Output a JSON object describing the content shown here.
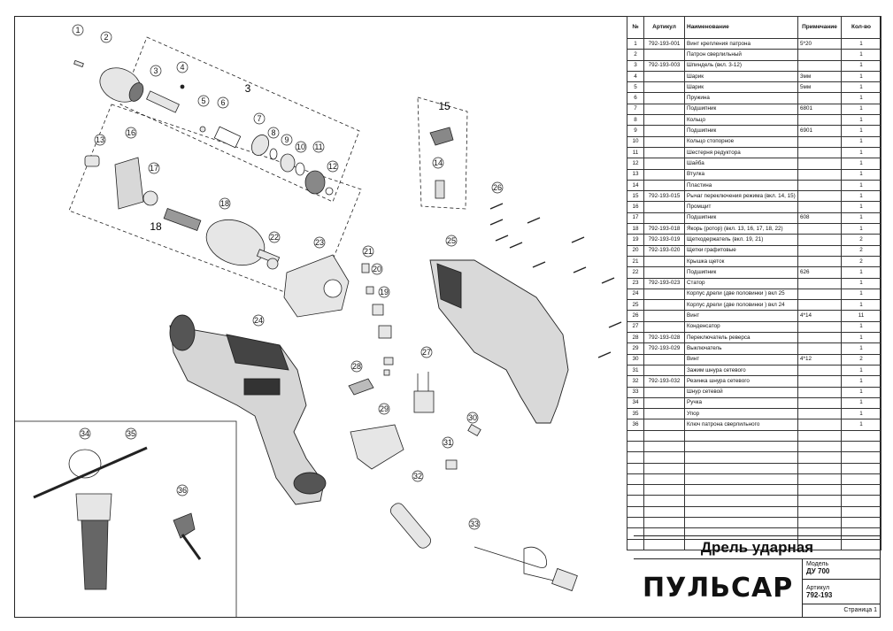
{
  "table": {
    "headers": {
      "num": "№",
      "article": "Артикул",
      "name": "Наименование",
      "note": "Примечание",
      "qty": "Кол-во"
    },
    "rows": [
      {
        "num": "1",
        "article": "792-193-001",
        "name": "Винт крепления патрона",
        "note": "5*20",
        "qty": "1"
      },
      {
        "num": "2",
        "article": "",
        "name": "Патрон сверлильный",
        "note": "",
        "qty": "1"
      },
      {
        "num": "3",
        "article": "792-193-003",
        "name": "Шпиндель (вкл. 3-12)",
        "note": "",
        "qty": "1"
      },
      {
        "num": "4",
        "article": "",
        "name": "Шарик",
        "note": "3мм",
        "qty": "1"
      },
      {
        "num": "5",
        "article": "",
        "name": "Шарик",
        "note": "5мм",
        "qty": "1"
      },
      {
        "num": "6",
        "article": "",
        "name": "Пружина",
        "note": "",
        "qty": "1"
      },
      {
        "num": "7",
        "article": "",
        "name": "Подшипник",
        "note": "6801",
        "qty": "1"
      },
      {
        "num": "8",
        "article": "",
        "name": "Кольцо",
        "note": "",
        "qty": "1"
      },
      {
        "num": "9",
        "article": "",
        "name": "Подшипник",
        "note": "6901",
        "qty": "1"
      },
      {
        "num": "10",
        "article": "",
        "name": "Кольцо стопорное",
        "note": "",
        "qty": "1"
      },
      {
        "num": "11",
        "article": "",
        "name": "Шестерня редуктора",
        "note": "",
        "qty": "1"
      },
      {
        "num": "12",
        "article": "",
        "name": "Шайба",
        "note": "",
        "qty": "1"
      },
      {
        "num": "13",
        "article": "",
        "name": "Втулка",
        "note": "",
        "qty": "1"
      },
      {
        "num": "14",
        "article": "",
        "name": "Пластина",
        "note": "",
        "qty": "1"
      },
      {
        "num": "15",
        "article": "792-193-015",
        "name": "Рычаг переключения режима (вкл. 14, 15)",
        "note": "",
        "qty": "1"
      },
      {
        "num": "16",
        "article": "",
        "name": "Промщит",
        "note": "",
        "qty": "1"
      },
      {
        "num": "17",
        "article": "",
        "name": "Подшипник",
        "note": "608",
        "qty": "1"
      },
      {
        "num": "18",
        "article": "792-193-018",
        "name": "Якорь (ротор) (вкл. 13, 16, 17, 18, 22)",
        "note": "",
        "qty": "1"
      },
      {
        "num": "19",
        "article": "792-193-019",
        "name": "Щеткодержатель (вкл. 19, 21)",
        "note": "",
        "qty": "2"
      },
      {
        "num": "20",
        "article": "792-193-020",
        "name": "Щетки графитовые",
        "note": "",
        "qty": "2"
      },
      {
        "num": "21",
        "article": "",
        "name": "Крышка щеток",
        "note": "",
        "qty": "2"
      },
      {
        "num": "22",
        "article": "",
        "name": "Подшипник",
        "note": "626",
        "qty": "1"
      },
      {
        "num": "23",
        "article": "792-193-023",
        "name": "Статор",
        "note": "",
        "qty": "1"
      },
      {
        "num": "24",
        "article": "",
        "name": "Корпус дрели (две половинки ) вкл 25",
        "note": "",
        "qty": "1"
      },
      {
        "num": "25",
        "article": "",
        "name": "Корпус дрели (две половинки ) вкл 24",
        "note": "",
        "qty": "1"
      },
      {
        "num": "26",
        "article": "",
        "name": "Винт",
        "note": "4*14",
        "qty": "11"
      },
      {
        "num": "27",
        "article": "",
        "name": "Конденсатор",
        "note": "",
        "qty": "1"
      },
      {
        "num": "28",
        "article": "792-193-028",
        "name": "Переключатель реверса",
        "note": "",
        "qty": "1"
      },
      {
        "num": "29",
        "article": "792-193-029",
        "name": "Выключатель",
        "note": "",
        "qty": "1"
      },
      {
        "num": "30",
        "article": "",
        "name": "Винт",
        "note": "4*12",
        "qty": "2"
      },
      {
        "num": "31",
        "article": "",
        "name": "Зажим шнура сетевого",
        "note": "",
        "qty": "1"
      },
      {
        "num": "32",
        "article": "792-193-032",
        "name": "Резинка шнура сетевого",
        "note": "",
        "qty": "1"
      },
      {
        "num": "33",
        "article": "",
        "name": "Шнур сетевой",
        "note": "",
        "qty": "1"
      },
      {
        "num": "34",
        "article": "",
        "name": "Ручка",
        "note": "",
        "qty": "1"
      },
      {
        "num": "35",
        "article": "",
        "name": "Упор",
        "note": "",
        "qty": "1"
      },
      {
        "num": "36",
        "article": "",
        "name": "Ключ патрона сверлильного",
        "note": "",
        "qty": "1"
      },
      {
        "num": "",
        "article": "",
        "name": "",
        "note": "",
        "qty": ""
      },
      {
        "num": "",
        "article": "",
        "name": "",
        "note": "",
        "qty": ""
      },
      {
        "num": "",
        "article": "",
        "name": "",
        "note": "",
        "qty": ""
      },
      {
        "num": "",
        "article": "",
        "name": "",
        "note": "",
        "qty": ""
      },
      {
        "num": "",
        "article": "",
        "name": "",
        "note": "",
        "qty": ""
      },
      {
        "num": "",
        "article": "",
        "name": "",
        "note": "",
        "qty": ""
      },
      {
        "num": "",
        "article": "",
        "name": "",
        "note": "",
        "qty": ""
      },
      {
        "num": "",
        "article": "",
        "name": "",
        "note": "",
        "qty": ""
      },
      {
        "num": "",
        "article": "",
        "name": "",
        "note": "",
        "qty": ""
      },
      {
        "num": "",
        "article": "",
        "name": "",
        "note": "",
        "qty": ""
      },
      {
        "num": "",
        "article": "",
        "name": "",
        "note": "",
        "qty": ""
      }
    ]
  },
  "title_block": {
    "product_title": "Дрель ударная",
    "brand": "ПУЛЬСАР",
    "model_label": "Модель",
    "model_value": "ДУ 700",
    "article_label": "Артикул",
    "article_value": "792-193",
    "page_label": "Страница 1"
  },
  "drawing": {
    "group_labels": [
      "3",
      "15",
      "18"
    ],
    "callouts": [
      "1",
      "2",
      "3",
      "4",
      "5",
      "6",
      "7",
      "8",
      "9",
      "10",
      "11",
      "12",
      "13",
      "14",
      "16",
      "17",
      "18",
      "19",
      "20",
      "21",
      "22",
      "23",
      "24",
      "25",
      "26",
      "27",
      "28",
      "29",
      "30",
      "31",
      "32",
      "33",
      "34",
      "35",
      "36"
    ]
  },
  "colors": {
    "line": "#222222",
    "part_fill": "#e6e6e6",
    "dark": "#3a3a3a"
  }
}
